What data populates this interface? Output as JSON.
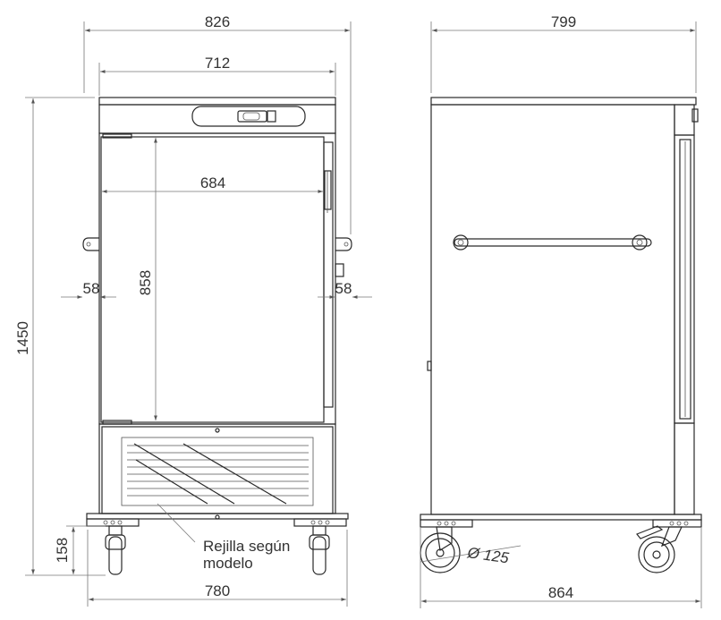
{
  "front_view": {
    "dims": {
      "overall_width": "826",
      "body_width": "712",
      "inner_width": "684",
      "inner_height": "858",
      "height": "1450",
      "left_handle": "58",
      "right_handle": "58",
      "foot_height": "158",
      "wheelbase": "780"
    },
    "note_line1": "Rejilla según",
    "note_line2": "modelo"
  },
  "side_view": {
    "dims": {
      "depth": "799",
      "wheel_diameter": "Ø 125",
      "overall_depth": "864"
    }
  },
  "colors": {
    "line": "#2a2a2a",
    "text": "#333333"
  }
}
